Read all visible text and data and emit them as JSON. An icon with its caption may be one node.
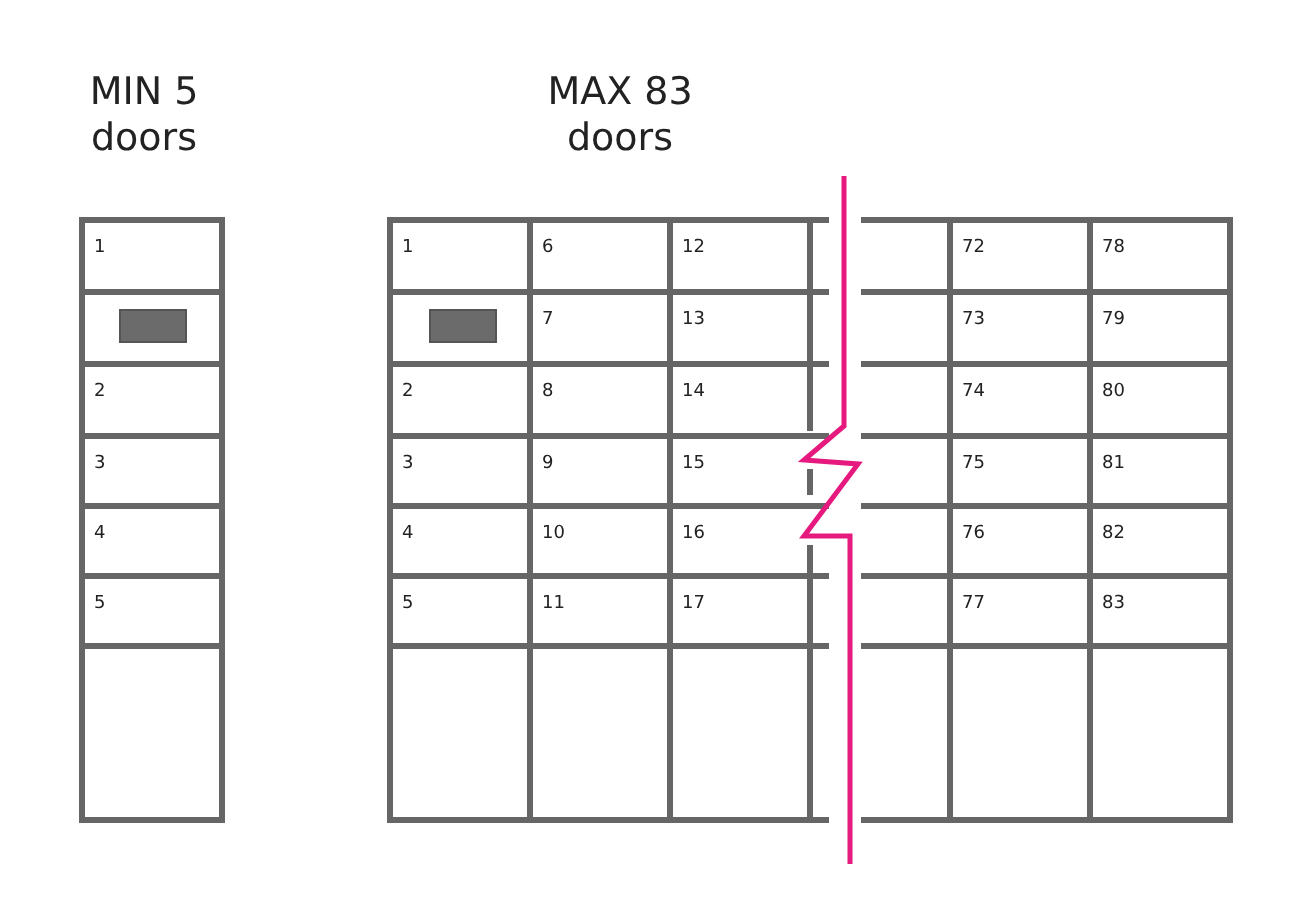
{
  "diagram": {
    "labels": [
      "MIN 5 doors",
      "MAX 83 doors",
      "1",
      "2",
      "3",
      "4",
      "5",
      "1",
      "6",
      "12",
      "72",
      "78",
      "7",
      "13",
      "73",
      "79",
      "2",
      "8",
      "14",
      "74",
      "80",
      "3",
      "9",
      "15",
      "75",
      "81",
      "4",
      "10",
      "16",
      "76",
      "82",
      "5",
      "11",
      "17",
      "77",
      "83"
    ]
  }
}
